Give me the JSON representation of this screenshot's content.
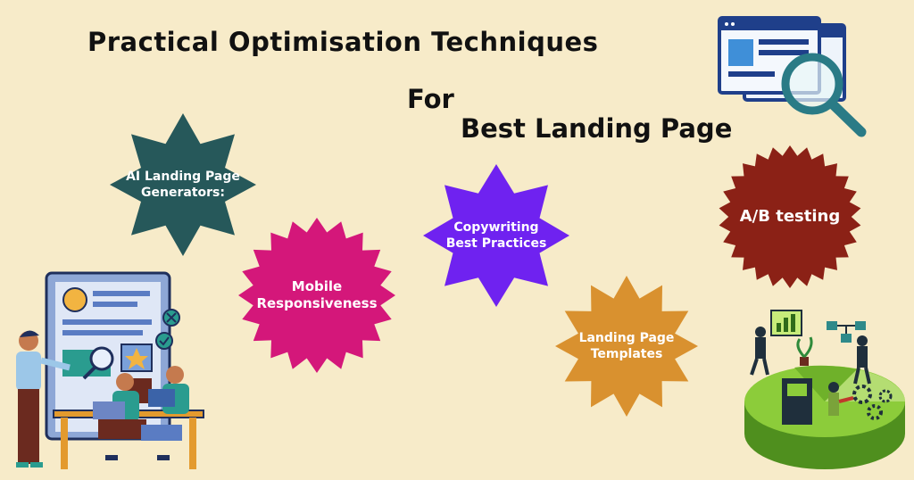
{
  "heading": {
    "title": "Practical Optimisation Techniques",
    "for": "For",
    "subtitle": "Best Landing Page"
  },
  "badges": [
    {
      "id": "ai",
      "label": "AI Landing Page\nGenerators:",
      "color": "#26585a"
    },
    {
      "id": "mobile",
      "label": "Mobile\nResponsiveness",
      "color": "#d4177a"
    },
    {
      "id": "copy",
      "label": "Copywriting\nBest Practices",
      "color": "#6f22f0"
    },
    {
      "id": "templates",
      "label": "Landing Page\nTemplates",
      "color": "#d9912f"
    },
    {
      "id": "ab",
      "label": "A/B testing",
      "color": "#8b2116"
    }
  ],
  "icons": {
    "browser_search": "browser-magnifier-icon",
    "team_illustration": "team-dashboard-illustration",
    "analytics_illustration": "analytics-pie-illustration"
  },
  "colors": {
    "background": "#f7ebc9",
    "teal": "#2a7b86",
    "green": "#7cc52f"
  }
}
